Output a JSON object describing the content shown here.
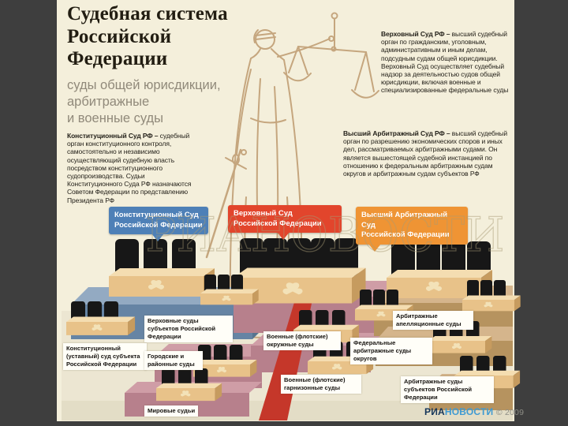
{
  "window": {
    "background": "#3e3e3e",
    "panel_background": "#f4efdb"
  },
  "header": {
    "title_lines": [
      "Судебная система",
      "Российской",
      "Федерации"
    ],
    "subtitle_lines": [
      "суды общей юрисдикции,",
      "арбитражные",
      "и военные суды"
    ]
  },
  "descriptions": {
    "constitutional": {
      "lead": "Конституционный Суд РФ – ",
      "text": "судебный орган конституционного контроля, самостоятельно и независимо осуществляющий судебную власть посредством конституционного судопроизводства. Судьи Конституционного Суда РФ назначаются Советом Федерации по представлению Президента РФ"
    },
    "supreme": {
      "lead": "Верховный Суд РФ – ",
      "text": "высший судебный орган по гражданским, уголовным, административным и иным делам, подсудным судам общей юрисдикции. Верховный Суд осуществляет судебный надзор за деятельностью судов общей юрисдикции, включая военные и специализированные федеральные суды"
    },
    "arbitration": {
      "lead": "Высший Арбитражный Суд РФ – ",
      "text": "высший судебный орган по разрешению экономических споров и иных дел, рассматриваемых арбитражными судами. Он является вышестоящей судебной инстанцией по отношению к федеральным арбитражным судам округов и арбитражным судам субъектов РФ"
    }
  },
  "bubbles": {
    "constitutional": {
      "line1": "Конституционный Суд",
      "line2": "Российской Федерации",
      "color": "#4e80b7"
    },
    "supreme": {
      "line1": "Верховный Суд",
      "line2": "Российской Федерации",
      "color": "#e2452c"
    },
    "arbitration": {
      "line1": "Высший Арбитражный Суд",
      "line2": "Российской Федерации",
      "color": "#ef9434"
    }
  },
  "court_labels": {
    "supreme_subject": "Верховные суды субъектов Российской Федерации",
    "constitutional_subject": "Конституционный (уставный) суд субъекта Российской Федерации",
    "city_district": "Городские и районные суды",
    "magistrates": "Мировые судьи",
    "military_district": "Военные (флотские) окружные суды",
    "military_garrison": "Военные (флотские) гарнизонные суды",
    "arbitration_appeal": "Арбитражные апелляционные суды",
    "federal_arbitration_okrug": "Федеральные арбитражные суды округов",
    "arbitration_subject": "Арбитражные суды субъектов Российской Федерации"
  },
  "watermark": "РИАНОВОСТИ",
  "footer": {
    "brand_part1": "РИА",
    "brand_part2": "НОВОСТИ",
    "copyright": "© 2009"
  },
  "illustration_colors": {
    "carpet_red": "#c5372a",
    "platform_blue": "#93aac2",
    "platform_pink": "#cf9da6",
    "platform_tan": "#d5b58c",
    "desk": "#e8c289",
    "statue_outline": "#c2a077"
  }
}
